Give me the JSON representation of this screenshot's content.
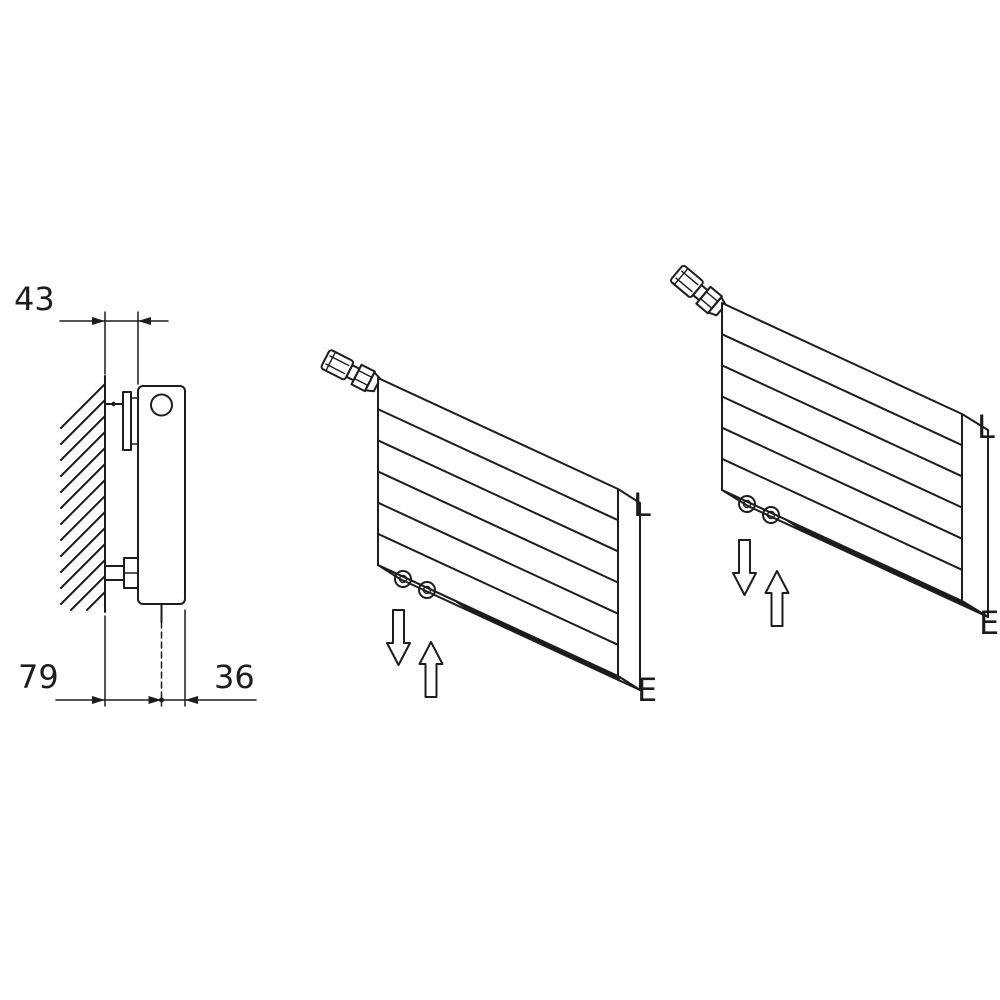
{
  "colors": {
    "ink": "#1d1d1b",
    "bg": "#ffffff"
  },
  "side_view": {
    "dim_top": "43",
    "dim_bottom_left": "79",
    "dim_bottom_right": "36"
  },
  "radiator_open": {
    "label_length": "L",
    "label_entry": "E"
  },
  "radiator_convector": {
    "label_length": "L",
    "label_entry": "E"
  }
}
